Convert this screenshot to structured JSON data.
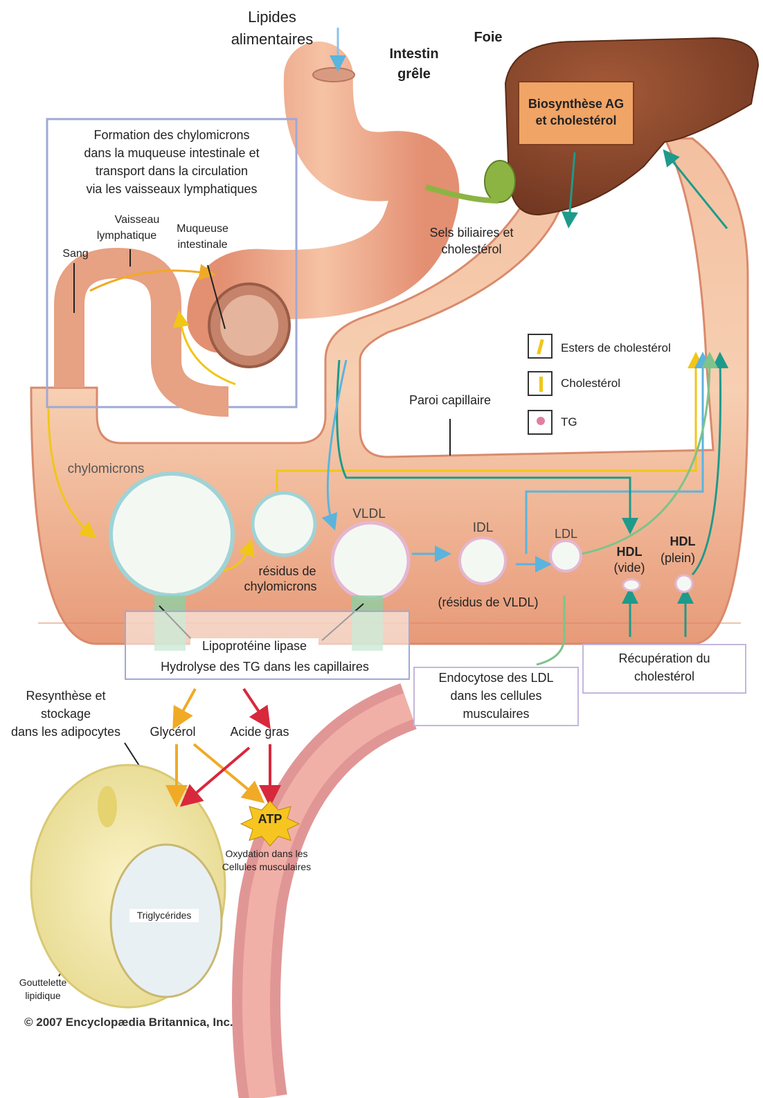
{
  "title_top": {
    "line1": "Lipides",
    "line2": "alimentaires"
  },
  "organs": {
    "intestin": {
      "line1": "Intestin",
      "line2": "grêle"
    },
    "foie": "Foie",
    "biosynthese": {
      "line1": "Biosynthèse AG",
      "line2": "et cholestérol"
    }
  },
  "inset": {
    "caption": [
      "Formation des chylomicrons",
      "dans la muqueuse intestinale et",
      "transport  dans la circulation",
      "via les vaisseaux lymphatiques"
    ],
    "vaisseau": {
      "line1": "Vaisseau",
      "line2": "lymphatique"
    },
    "muqueuse": {
      "line1": "Muqueuse",
      "line2": "intestinale"
    },
    "sang": "Sang"
  },
  "sels": {
    "line1": "Sels biliaires et",
    "line2": "cholestérol"
  },
  "legend": {
    "esters": "Esters de cholestérol",
    "cholesterol": "Cholestérol",
    "tg": "TG"
  },
  "paroi": "Paroi capillaire",
  "particles": {
    "chylomicrons": "chylomicrons",
    "residus_chylo": {
      "line1": "résidus de",
      "line2": "chylomicrons"
    },
    "vldl": "VLDL",
    "idl": "IDL",
    "ldl": "LDL",
    "residus_vldl": "(résidus de VLDL)",
    "hdl_vide": {
      "line1": "HDL",
      "line2": "(vide)"
    },
    "hdl_plein": {
      "line1": "HDL",
      "line2": "(plein)"
    }
  },
  "lipase_box": {
    "line1": "Lipoprotéine lipase",
    "line2": "Hydrolyse des TG dans les capillaires"
  },
  "endocytose": {
    "line1": "Endocytose des LDL",
    "line2": "dans les cellules",
    "line3": "musculaires"
  },
  "recuperation": {
    "line1": "Récupération du",
    "line2": "cholestérol"
  },
  "bottom": {
    "resynthese": {
      "line1": "Resynthèse et",
      "line2": "stockage",
      "line3": "dans les adipocytes"
    },
    "glycerol": "Glycérol",
    "acide": "Acide gras",
    "atp": "ATP",
    "oxydation": {
      "line1": "Oxydation dans les",
      "line2": "Cellules musculaires"
    },
    "triglycerides": "Triglycérides",
    "gouttelette": {
      "line1": "Gouttelette",
      "line2": "lipidique"
    }
  },
  "copyright": "© 2007 Encyclopædia Britannica, Inc.",
  "colors": {
    "vessel": "#f1b593",
    "vessel_dark": "#d98a6c",
    "liver": "#8b4a2e",
    "biosynthese_bg": "#f0a466",
    "arrow_yellow": "#f1c617",
    "arrow_blue": "#5ab4de",
    "arrow_teal": "#1e9a8a",
    "arrow_green": "#7dc38a",
    "arrow_orange": "#f0aa26",
    "arrow_red": "#d8283c",
    "box_border": "#9fa9d6"
  }
}
